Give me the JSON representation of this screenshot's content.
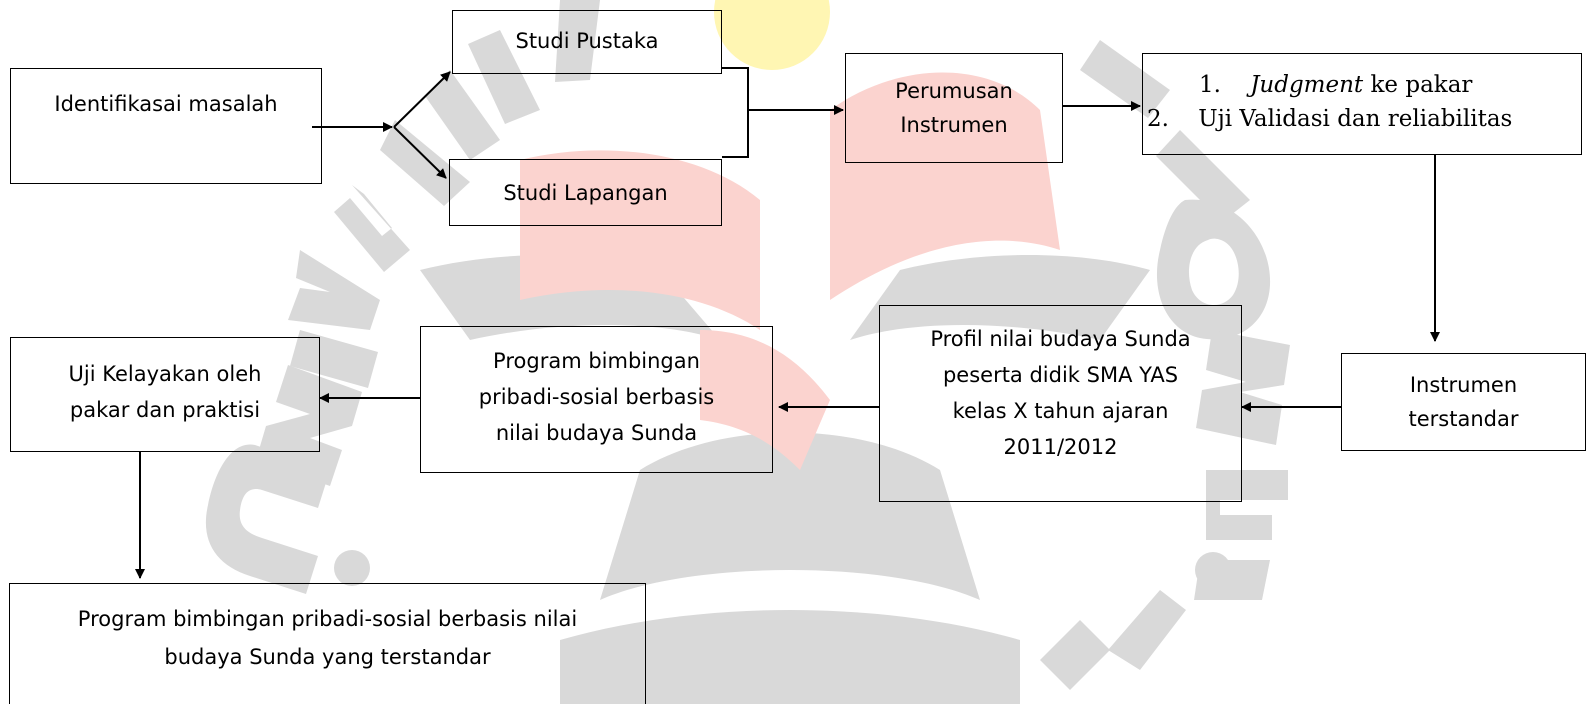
{
  "nodes": {
    "identifikasi": {
      "line1": "Identifikasai masalah"
    },
    "studi_pustaka": {
      "line1": "Studi Pustaka"
    },
    "studi_lapangan": {
      "line1": "Studi Lapangan"
    },
    "perumusan": {
      "line1": "Perumusan",
      "line2": "Instrumen"
    },
    "judgment": {
      "item1_num": "1.",
      "item1_em": "Judgment",
      "item1_rest": " ke pakar",
      "item2_num": "2.",
      "item2_text": "Uji Validasi dan reliabilitas"
    },
    "instrumen_terstandar": {
      "line1": "Instrumen",
      "line2": "terstandar"
    },
    "profil": {
      "line1": "Profil nilai budaya Sunda",
      "line2": "peserta didik SMA YAS",
      "line3": "kelas X tahun ajaran",
      "line4": "2011/2012"
    },
    "program": {
      "line1": "Program bimbingan",
      "line2": "pribadi-sosial berbasis",
      "line3": "nilai budaya Sunda"
    },
    "uji_kelayakan": {
      "line1": "Uji Kelayakan oleh",
      "line2": "pakar dan praktisi"
    },
    "program_final": {
      "line1": "Program bimbingan pribadi-sosial berbasis nilai",
      "line2": "budaya Sunda yang terstandar"
    }
  },
  "colors": {
    "box_border": "#000000",
    "arrow": "#000000",
    "watermark_grey": "#d9d9d9",
    "watermark_red": "#fbd3cf",
    "watermark_yellow": "#fff6b3"
  }
}
